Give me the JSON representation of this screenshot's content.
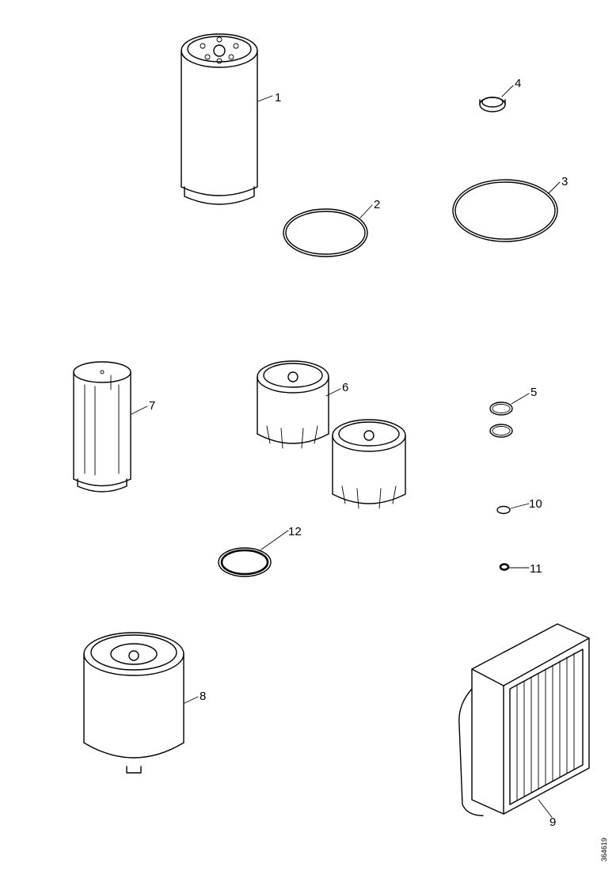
{
  "callouts": {
    "c1": "1",
    "c2": "2",
    "c3": "3",
    "c4": "4",
    "c5": "5",
    "c6": "6",
    "c7": "7",
    "c8": "8",
    "c9": "9",
    "c10": "10",
    "c11": "11",
    "c12": "12"
  },
  "reference_number": "364619"
}
